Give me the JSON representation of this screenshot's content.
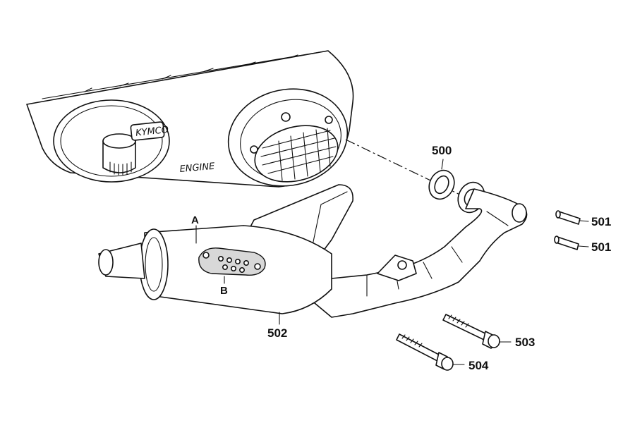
{
  "diagram": {
    "engine_label": "ENGINE",
    "logo_text": "KYMCO",
    "letter_a": "A",
    "letter_b": "B",
    "parts": [
      {
        "number": "500"
      },
      {
        "number": "501"
      },
      {
        "number": "501"
      },
      {
        "number": "502"
      },
      {
        "number": "503"
      },
      {
        "number": "504"
      }
    ]
  }
}
